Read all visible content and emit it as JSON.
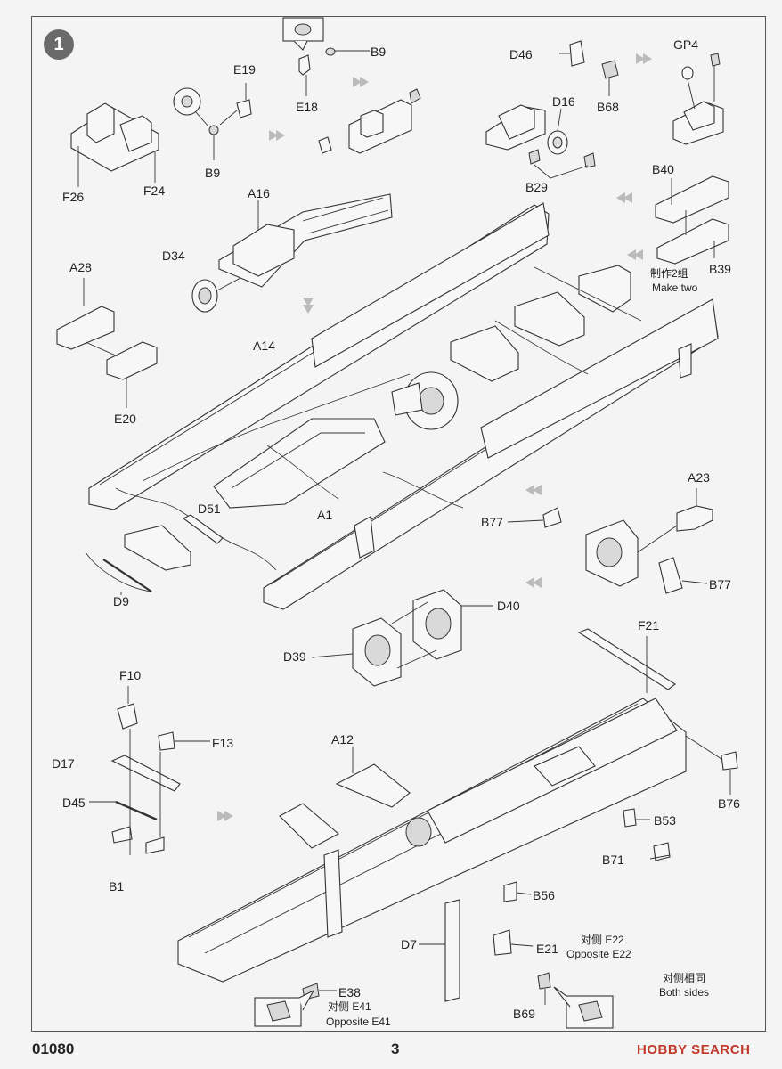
{
  "sheet": {
    "step_number": "1",
    "product_code": "01080",
    "page_number": "3",
    "watermark": "HOBBY SEARCH"
  },
  "parts": {
    "b9_top": "B9",
    "e18": "E18",
    "e19": "E19",
    "b9_left": "B9",
    "d46": "D46",
    "b68": "B68",
    "d16": "D16",
    "b29": "B29",
    "gp4": "GP4",
    "f26": "F26",
    "f24": "F24",
    "a16": "A16",
    "d34": "D34",
    "a28": "A28",
    "e20": "E20",
    "b40": "B40",
    "b39": "B39",
    "a14": "A14",
    "d51": "D51",
    "a1": "A1",
    "d9": "D9",
    "a23": "A23",
    "b77_top": "B77",
    "b77_bottom": "B77",
    "d40": "D40",
    "d39": "D39",
    "f21": "F21",
    "f10": "F10",
    "f13": "F13",
    "d17": "D17",
    "a12": "A12",
    "d45": "D45",
    "b1": "B1",
    "b76": "B76",
    "b53": "B53",
    "b71": "B71",
    "b56": "B56",
    "d7": "D7",
    "e21": "E21",
    "e38": "E38",
    "b69": "B69"
  },
  "notes": {
    "make_two_cn": "制作2组",
    "make_two_en": "Make two",
    "opp_e22_cn": "对侧 E22",
    "opp_e22_en": "Opposite E22",
    "opp_e41_cn": "对侧 E41",
    "opp_e41_en": "Opposite E41",
    "both_sides_cn": "对侧相同",
    "both_sides_en": "Both sides"
  }
}
